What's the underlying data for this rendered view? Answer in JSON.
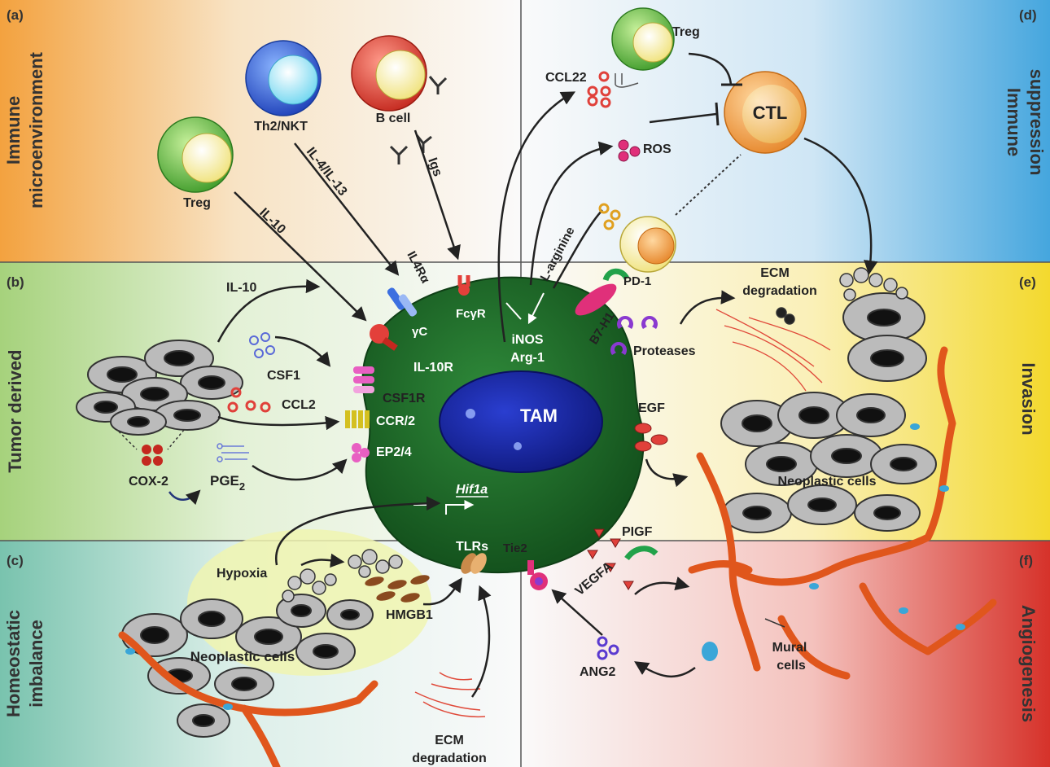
{
  "panels": {
    "a": {
      "letter": "(a)",
      "title_line1": "Immune",
      "title_line2": "microenvironment"
    },
    "b": {
      "letter": "(b)",
      "title": "Tumor derived"
    },
    "c": {
      "letter": "(c)",
      "title_line1": "Homeostatic",
      "title_line2": "imbalance"
    },
    "d": {
      "letter": "(d)",
      "title_line1": "Immune",
      "title_line2": "suppression"
    },
    "e": {
      "letter": "(e)",
      "title": "Invasion"
    },
    "f": {
      "letter": "(f)",
      "title": "Angiogenesis"
    }
  },
  "center": {
    "tam": "TAM",
    "inos": "iNOS",
    "arg1": "Arg-1",
    "hif1a": "Hif1a",
    "tlrs": "TLRs",
    "tie2": "Tie2"
  },
  "immune": {
    "treg": "Treg",
    "th2": "Th2/NKT",
    "bcell": "B cell",
    "il10": "IL-10",
    "il4": "IL-4/IL-13",
    "igs": "Igs",
    "il4r": "IL4Rα",
    "gammac": "γC",
    "fcgr": "FcγR",
    "il10r": "IL-10R"
  },
  "tumor": {
    "il10": "IL-10",
    "csf1": "CSF1",
    "csf1r": "CSF1R",
    "ccl2": "CCL2",
    "ccr2": "CCR/2",
    "cox2": "COX-2",
    "pge": "PGE",
    "pge_sub": "2",
    "ep24": "EP2/4"
  },
  "homeostatic": {
    "hypoxia": "Hypoxia",
    "hmgb1": "HMGB1",
    "neoplastic": "Neoplastic cells",
    "ecm1": "ECM",
    "ecm2": "degradation"
  },
  "suppression": {
    "treg": "Treg",
    "ctl": "CTL",
    "ccl22": "CCL22",
    "ros": "ROS",
    "larg": "L-arginine",
    "pd1": "PD-1",
    "b7h1": "B7-H1"
  },
  "invasion": {
    "ecm1": "ECM",
    "ecm2": "degradation",
    "proteases": "Proteases",
    "egf": "EGF",
    "neoplastic": "Neoplastic cells"
  },
  "angio": {
    "pigf": "PIGF",
    "vegfa": "VEGFA",
    "ang2": "ANG2",
    "mural1": "Mural",
    "mural2": "cells"
  },
  "colors": {
    "tam": "#1f6b2a",
    "nucleus": "#1a2aa8",
    "vessel": "#e0561c",
    "orange_bg": "#f2a13d",
    "green_bg": "#a8d27e",
    "teal_bg": "#7cc4b0",
    "blue_bg": "#4aa8de",
    "yellow_bg": "#f3dc3a",
    "red_bg": "#d9352a"
  }
}
